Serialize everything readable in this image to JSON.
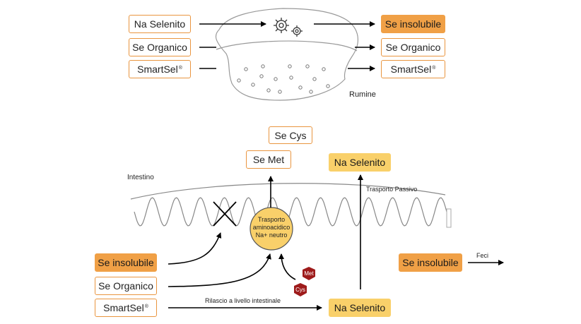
{
  "rumen": {
    "inputs": [
      "Na Selenito",
      "Se Organico",
      "SmartSel"
    ],
    "inputs_sup": [
      "",
      "",
      "®"
    ],
    "outputs": [
      "Se insolubile",
      "Se Organico",
      "SmartSel"
    ],
    "outputs_sup": [
      "",
      "",
      "®"
    ],
    "label": "Rumine"
  },
  "intestine": {
    "label": "Intestino",
    "transport_lines": [
      "Trasporto",
      "aminoacidico",
      "Na+ neutro"
    ],
    "products": {
      "se_cys": "Se Cys",
      "se_met": "Se Met"
    },
    "na_selenito_top": "Na Selenito",
    "trasporto_passivo": "Trasporto Passivo",
    "inputs": [
      "Se insolubile",
      "Se Organico",
      "SmartSel"
    ],
    "inputs_sup": [
      "",
      "",
      "®"
    ],
    "release_label": "Rilascio a livello intestinale",
    "na_selenito_bottom": "Na Selenito",
    "met": "Met",
    "cys": "Cys",
    "se_insolubile_right": "Se insolubile",
    "feci": "Feci"
  },
  "colors": {
    "orange": "#f0a046",
    "yellow": "#f9d06a",
    "border": "#e9953f",
    "hexagon": "#9e1b1b"
  }
}
